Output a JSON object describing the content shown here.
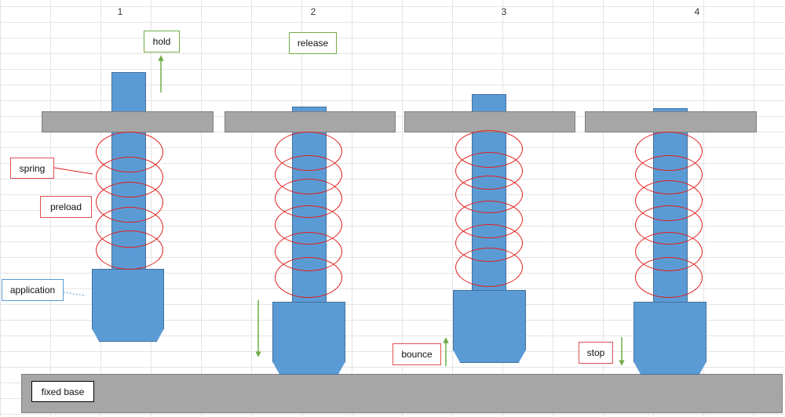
{
  "columns": [
    "1",
    "2",
    "3",
    "4"
  ],
  "labels": {
    "hold": "hold",
    "release": "release",
    "spring": "spring",
    "preload": "preload",
    "application": "application",
    "bounce": "bounce",
    "stop": "stop",
    "fixed_base": "fixed base"
  },
  "colors": {
    "rod": "#5b9bd5",
    "rod_border": "#41719c",
    "plate": "#a6a6a6",
    "spring": "#e02020",
    "arrow": "#70ad47",
    "grid": "#e4e4e4"
  },
  "stages": [
    {
      "number": "1",
      "action": "hold",
      "arrow": "up"
    },
    {
      "number": "2",
      "action": "release",
      "arrow": "down"
    },
    {
      "number": "3",
      "action": "bounce",
      "arrow": "up"
    },
    {
      "number": "4",
      "action": "stop",
      "arrow": "down"
    }
  ]
}
